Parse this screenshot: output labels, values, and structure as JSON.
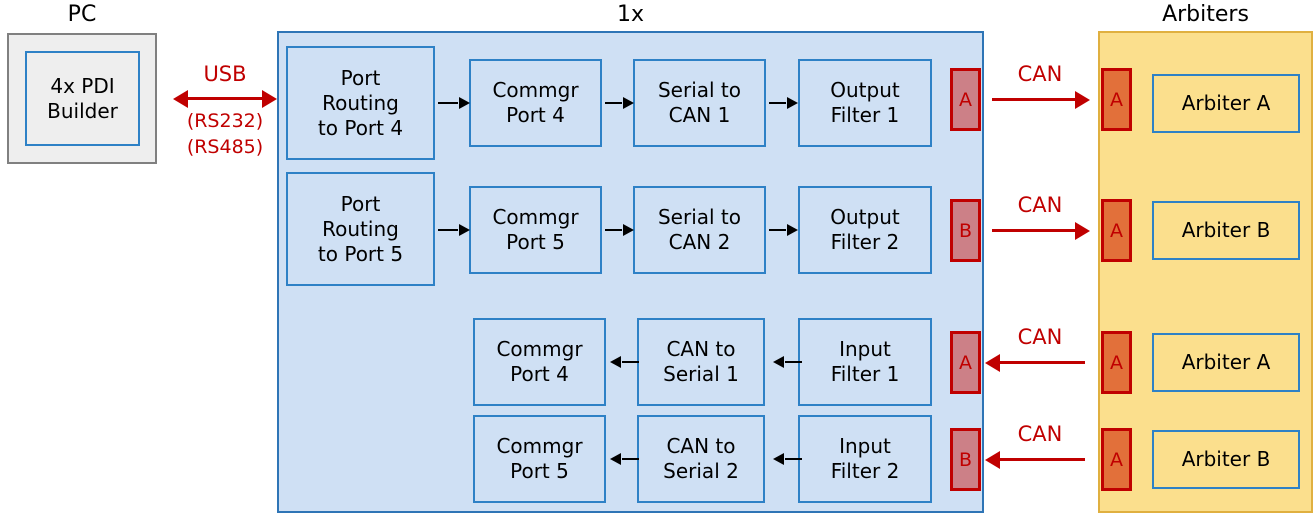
{
  "sections": {
    "pc": {
      "title": "PC"
    },
    "device": {
      "title": "1x"
    },
    "arbiters": {
      "title": "Arbiters"
    }
  },
  "pc": {
    "box_label": "4x PDI\nBuilder"
  },
  "bus_pc_to_device": {
    "name": "USB",
    "alt1": "(RS232)",
    "alt2": "(RS485)"
  },
  "device": {
    "rows": [
      {
        "blocks": [
          "Port\nRouting\nto Port 4",
          "Commgr\nPort 4",
          "Serial to\nCAN 1",
          "Output\nFilter 1"
        ],
        "chip": "A"
      },
      {
        "blocks": [
          "Port\nRouting\nto Port 5",
          "Commgr\nPort 5",
          "Serial to\nCAN 2",
          "Output\nFilter 2"
        ],
        "chip": "B"
      },
      {
        "blocks": [
          "Commgr\nPort 4",
          "CAN to\nSerial 1",
          "Input\nFilter 1"
        ],
        "chip": "A"
      },
      {
        "blocks": [
          "Commgr\nPort 5",
          "CAN to\nSerial 2",
          "Input\nFilter 2"
        ],
        "chip": "B"
      }
    ]
  },
  "arbiters": {
    "rows": [
      {
        "bus": "CAN",
        "chip": "A",
        "label": "Arbiter A",
        "direction": "right"
      },
      {
        "bus": "CAN",
        "chip": "A",
        "label": "Arbiter B",
        "direction": "right"
      },
      {
        "bus": "CAN",
        "chip": "A",
        "label": "Arbiter A",
        "direction": "left"
      },
      {
        "bus": "CAN",
        "chip": "A",
        "label": "Arbiter B",
        "direction": "left"
      }
    ]
  },
  "colors": {
    "device_fill": "#cfe0f4",
    "device_border": "#2e75b6",
    "arbiter_fill": "#fbdf8d",
    "arbiter_border": "#e0b040",
    "pc_fill": "#eeeeee",
    "pc_border": "#808080",
    "bus_red": "#c00000",
    "chip_left_fill": "#cc8087",
    "chip_right_fill": "#e2703a",
    "box_border": "#2e81c6"
  }
}
